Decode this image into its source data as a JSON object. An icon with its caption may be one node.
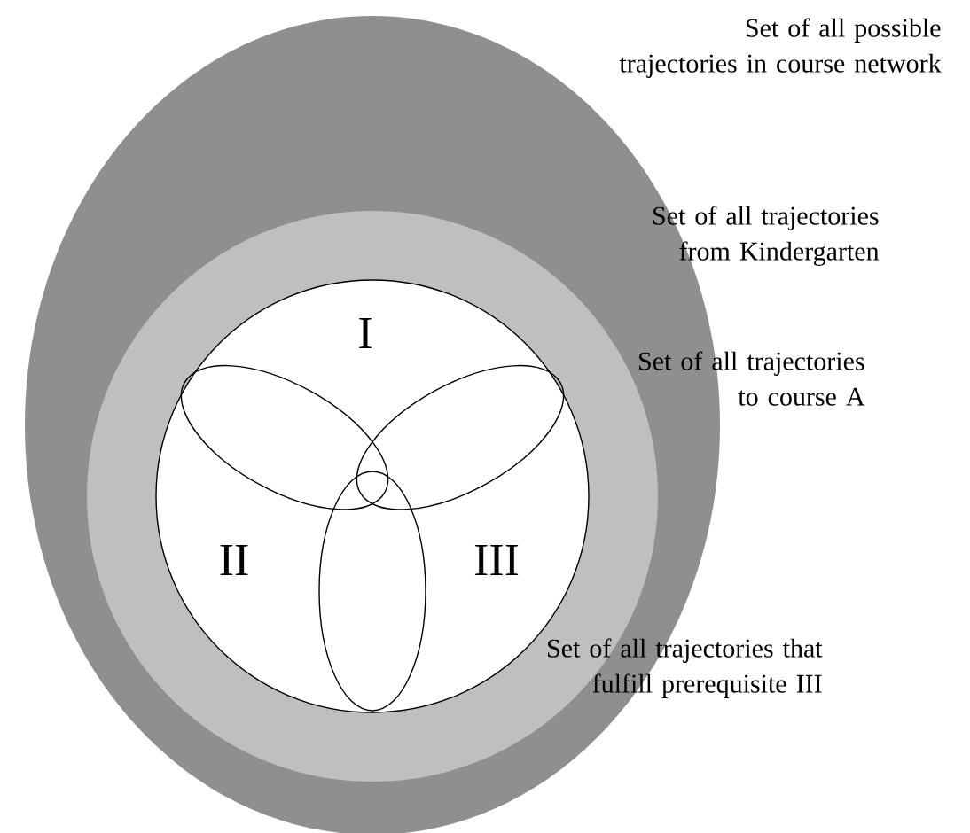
{
  "diagram": {
    "nodes": [
      {
        "text": [
          "Set of all possible trajectories in course network"
        ]
      },
      {
        "text": [
          "Set of all trajectories from Kindergarten"
        ],
        "in": 0
      },
      {
        "text": [
          "Set of all trajectories to course A"
        ],
        "in": 1
      },
      {
        "text": [],
        "shape": "ellipse",
        "in": 2
      },
      {
        "text": [],
        "shape": "ellipse",
        "in": 2
      },
      {
        "text": [],
        "shape": "ellipse",
        "in": 2
      }
    ],
    "labels": [
      "I",
      "II",
      "III",
      "Set of all trajectories that fulfill prerequisite III"
    ]
  }
}
